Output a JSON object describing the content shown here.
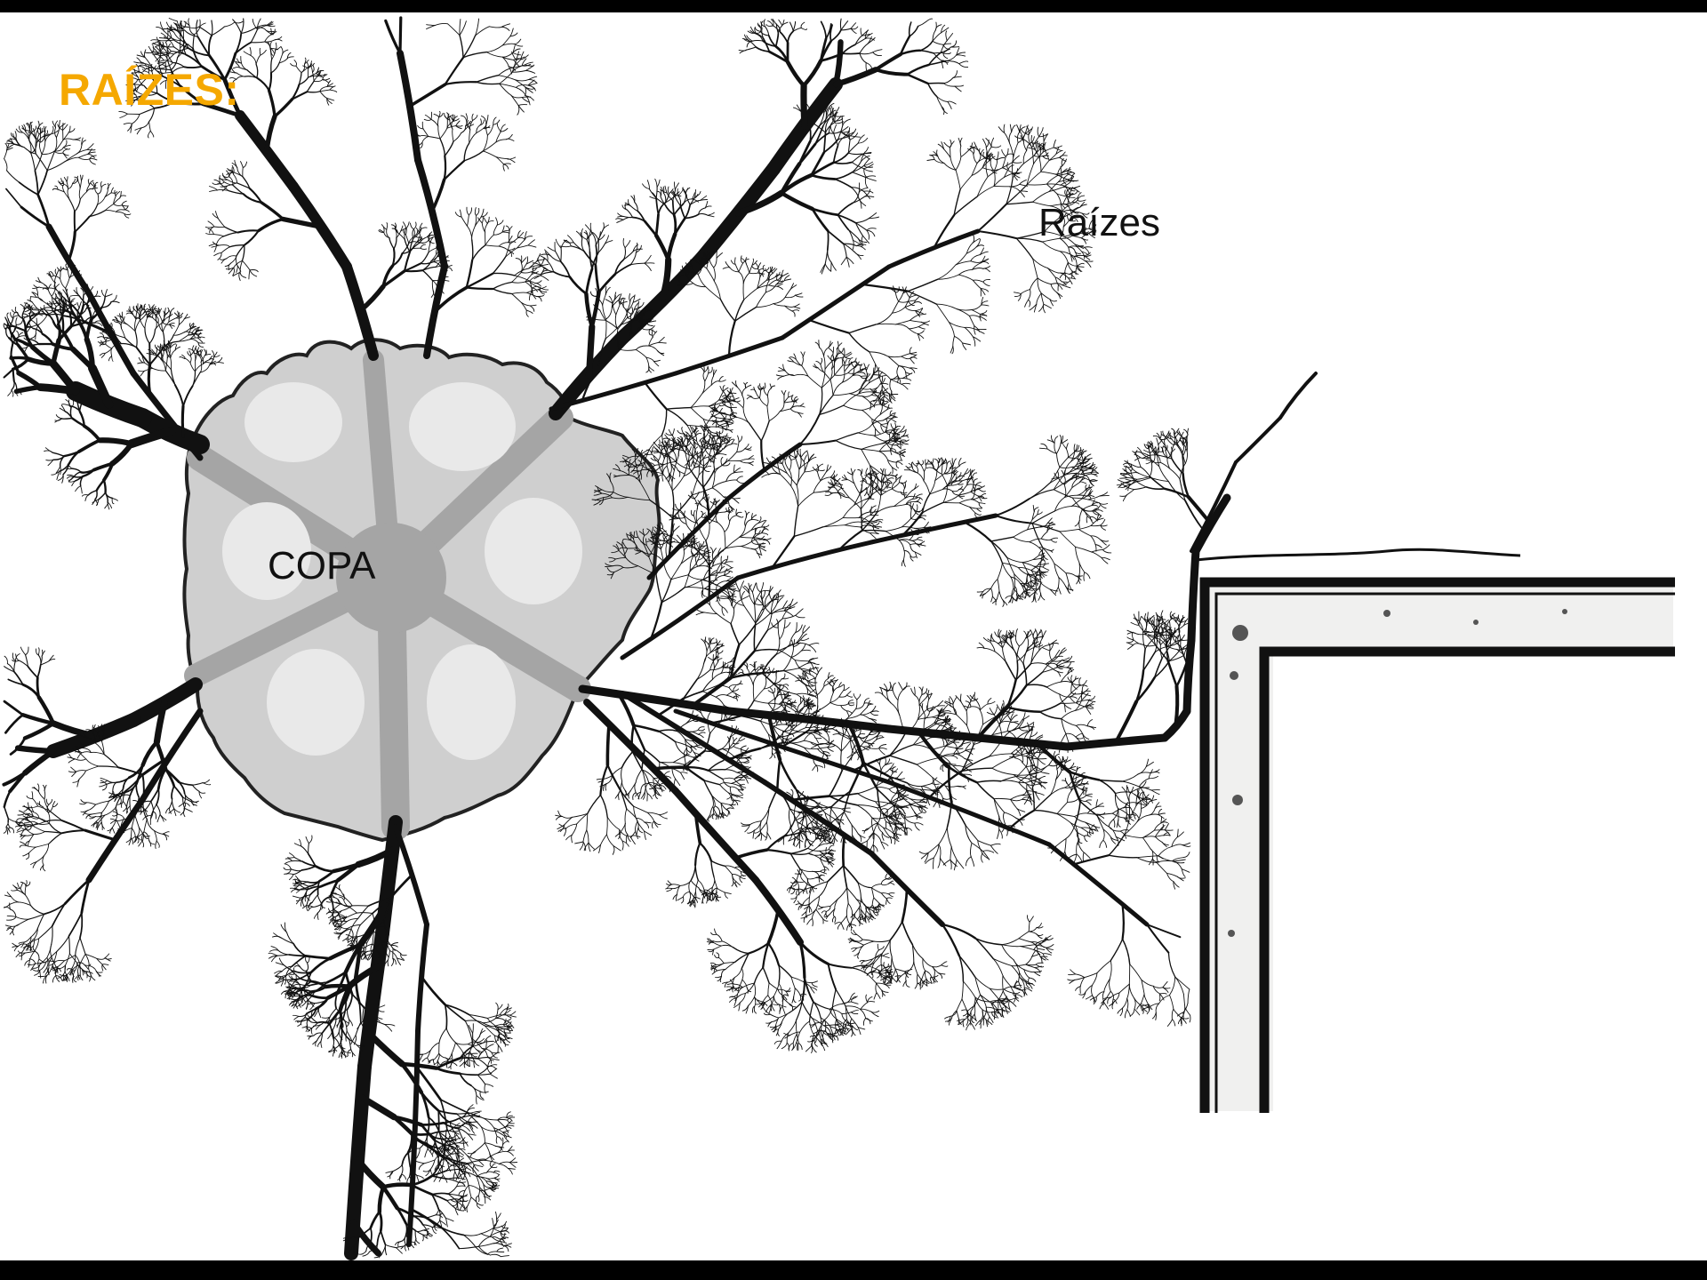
{
  "slide": {
    "title": "RAÍZES:"
  },
  "diagram": {
    "labels": {
      "roots": "Raízes",
      "crown": "COPA"
    },
    "colors": {
      "title": "#f5a800",
      "ink": "#111111",
      "crown_fill": "#cfcfcf",
      "crown_trunks": "#a5a5a5",
      "frame": "#000000"
    }
  }
}
